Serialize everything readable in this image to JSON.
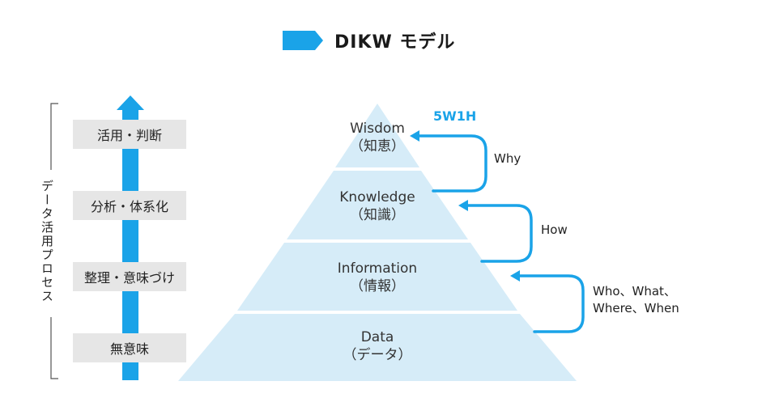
{
  "title": "DIKW モデル",
  "process_label": "データ活用プロセス",
  "steps": [
    "活用・判断",
    "分析・体系化",
    "整理・意味づけ",
    "無意味"
  ],
  "layers": [
    {
      "en": "Wisdom",
      "ja": "（知恵）"
    },
    {
      "en": "Knowledge",
      "ja": "（知識）"
    },
    {
      "en": "Information",
      "ja": "（情報）"
    },
    {
      "en": "Data",
      "ja": "（データ）"
    }
  ],
  "fivew1h": "5W1H",
  "questions": {
    "why": "Why",
    "how": "How",
    "data_line1": "Who、What、",
    "data_line2": "Where、When"
  },
  "colors": {
    "accent": "#1aa3e8",
    "pyramid_fill": "#d6ecf8",
    "step_bg": "#e6e6e6",
    "bracket": "#555555"
  }
}
